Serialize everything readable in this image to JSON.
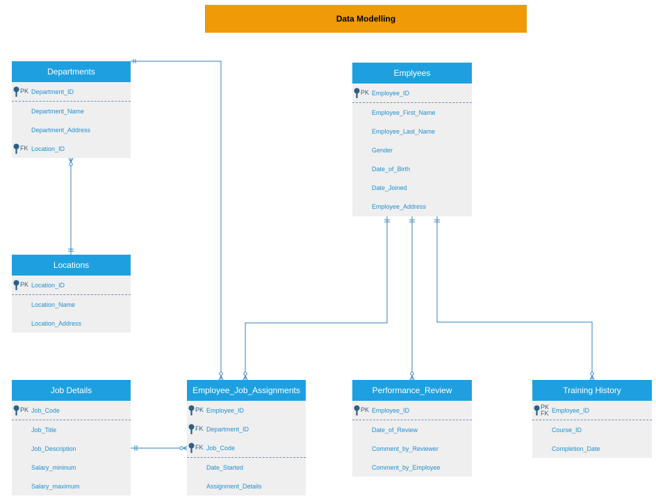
{
  "title": "Data Modelling",
  "entities": {
    "departments": {
      "name": "Departments",
      "attributes": [
        {
          "key": "PK",
          "name": "Department_ID"
        },
        {
          "key": "",
          "name": "Department_Name"
        },
        {
          "key": "",
          "name": "Department_Address"
        },
        {
          "key": "FK",
          "name": "Location_ID"
        }
      ]
    },
    "employees": {
      "name": "Emplyees",
      "attributes": [
        {
          "key": "PK",
          "name": "Employee_ID"
        },
        {
          "key": "",
          "name": "Employee_First_Name"
        },
        {
          "key": "",
          "name": "Employee_Last_Name"
        },
        {
          "key": "",
          "name": "Gender"
        },
        {
          "key": "",
          "name": "Date_of_Birth"
        },
        {
          "key": "",
          "name": "Date_Joined"
        },
        {
          "key": "",
          "name": "Employee_Address"
        }
      ]
    },
    "locations": {
      "name": "Locations",
      "attributes": [
        {
          "key": "PK",
          "name": "Location_ID"
        },
        {
          "key": "",
          "name": "Location_Name"
        },
        {
          "key": "",
          "name": "Location_Address"
        }
      ]
    },
    "job_details": {
      "name": "Job Details",
      "attributes": [
        {
          "key": "PK",
          "name": "Job_Code"
        },
        {
          "key": "",
          "name": "Job_Title"
        },
        {
          "key": "",
          "name": "Job_Description"
        },
        {
          "key": "",
          "name": "Salary_mininum"
        },
        {
          "key": "",
          "name": "Salary_maximum"
        }
      ]
    },
    "assignments": {
      "name": "Employee_Job_Assignments",
      "attributes": [
        {
          "key": "PK",
          "name": "Employee_ID"
        },
        {
          "key": "FK",
          "name": "Department_ID"
        },
        {
          "key": "FK",
          "name": "Job_Code"
        },
        {
          "key": "",
          "name": "Date_Started"
        },
        {
          "key": "",
          "name": "Assignment_Details"
        }
      ]
    },
    "performance": {
      "name": "Performance_Review",
      "attributes": [
        {
          "key": "PK",
          "name": "Employee_ID"
        },
        {
          "key": "",
          "name": "Date_of_Review"
        },
        {
          "key": "",
          "name": "Comment_by_Reviewer"
        },
        {
          "key": "",
          "name": "Comment_by_Employee"
        }
      ]
    },
    "training": {
      "name": "Training History",
      "attributes": [
        {
          "key": "PK",
          "key2": "FK",
          "name": "Employee_ID"
        },
        {
          "key": "",
          "name": "Course_ID"
        },
        {
          "key": "",
          "name": "Completion_Date"
        }
      ]
    }
  },
  "colors": {
    "header": "#1ea0e0",
    "body": "#efefef",
    "connector": "#2d7fc0",
    "title_bar": "#ef9a06",
    "key_icon": "#2d5f86"
  }
}
